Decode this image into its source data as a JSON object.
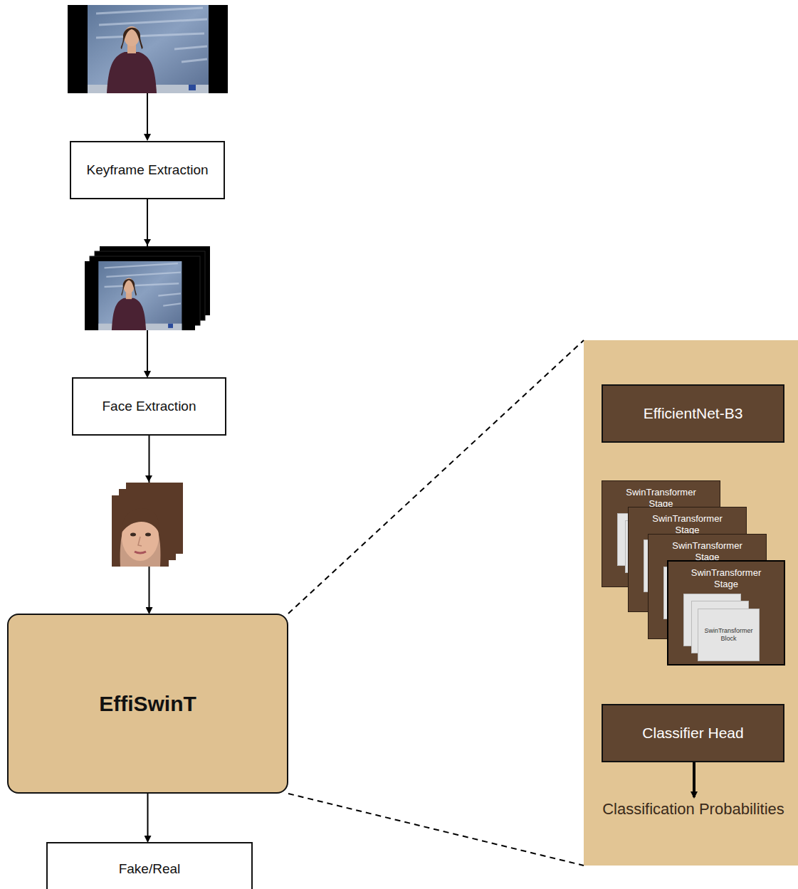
{
  "diagram": {
    "nodes": [
      {
        "text": [
          "Keyframe Extraction"
        ]
      },
      {
        "text": [
          "Face Extraction"
        ]
      },
      {
        "text": [
          "EffiSwinT"
        ]
      },
      {
        "text": [
          "Fake/Real"
        ]
      },
      {
        "text": [
          "EfficientNet-B3"
        ]
      },
      {
        "text": [
          "SwinTransformer Stage"
        ]
      },
      {
        "text": [
          "SwinTransformer Stage"
        ]
      },
      {
        "text": [
          "SwinTransformer Stage"
        ]
      },
      {
        "text": [
          "SwinTransformer Stage"
        ]
      },
      {
        "text": [
          "SwinTransformer Block"
        ],
        "in": 8
      },
      {
        "text": [
          "Classifier Head"
        ]
      }
    ],
    "edges": [
      {
        "from": 0,
        "to": 1,
        "arrow": "to"
      },
      {
        "from": 1,
        "to": 2,
        "arrow": "to"
      },
      {
        "from": 2,
        "to": 3,
        "arrow": "to"
      },
      {
        "from": 4,
        "to": 5,
        "arrow": "to"
      },
      {
        "from": 8,
        "to": 10,
        "arrow": "to"
      }
    ],
    "labels": [
      "Classification Probabilities"
    ]
  }
}
